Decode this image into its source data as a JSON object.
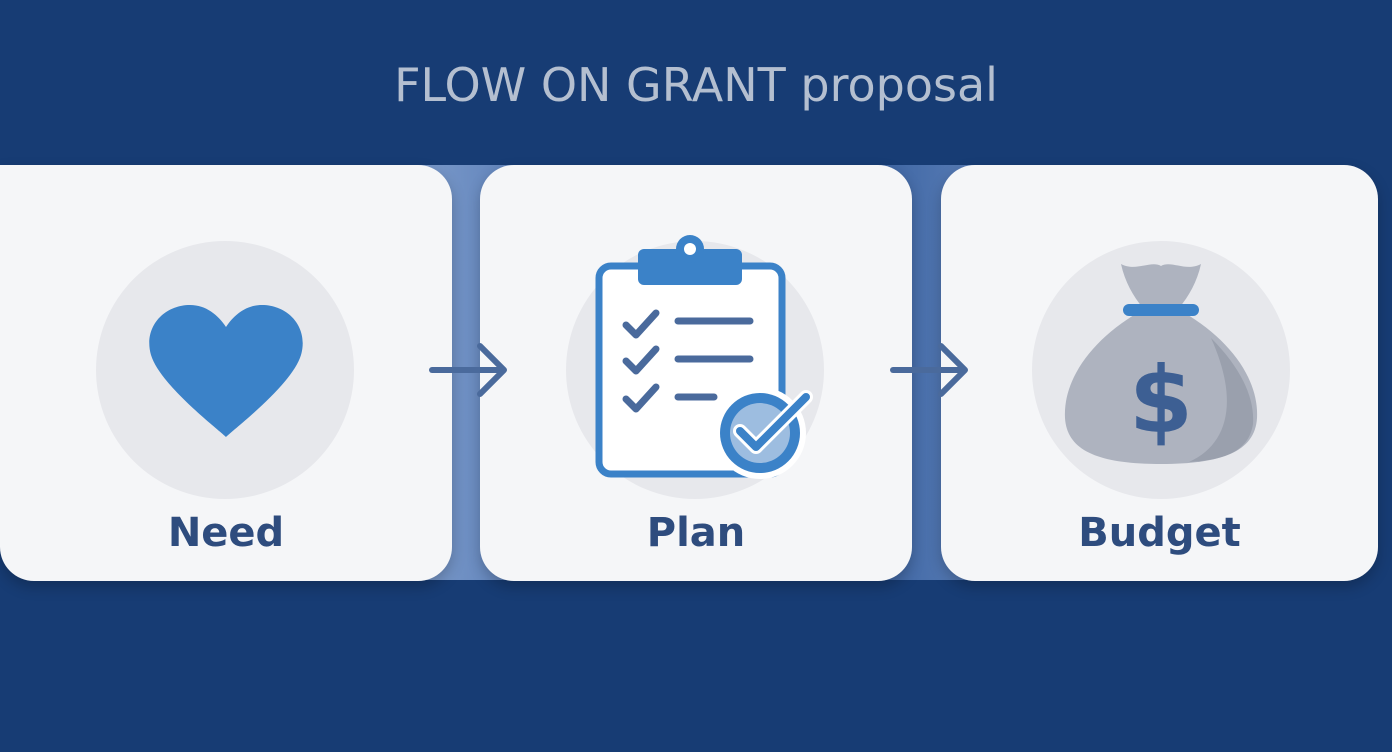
{
  "diagram": {
    "title": "FLOW ON GRANT proposal",
    "steps": [
      {
        "label": "Need",
        "icon": "heart-icon"
      },
      {
        "label": "Plan",
        "icon": "clipboard-checklist-icon"
      },
      {
        "label": "Budget",
        "icon": "money-bag-icon"
      }
    ],
    "colors": {
      "background": "#173c74",
      "card": "#f5f6f8",
      "accent": "#3b82c8",
      "label": "#2e4c7e",
      "title": "#b4bfd0"
    }
  }
}
